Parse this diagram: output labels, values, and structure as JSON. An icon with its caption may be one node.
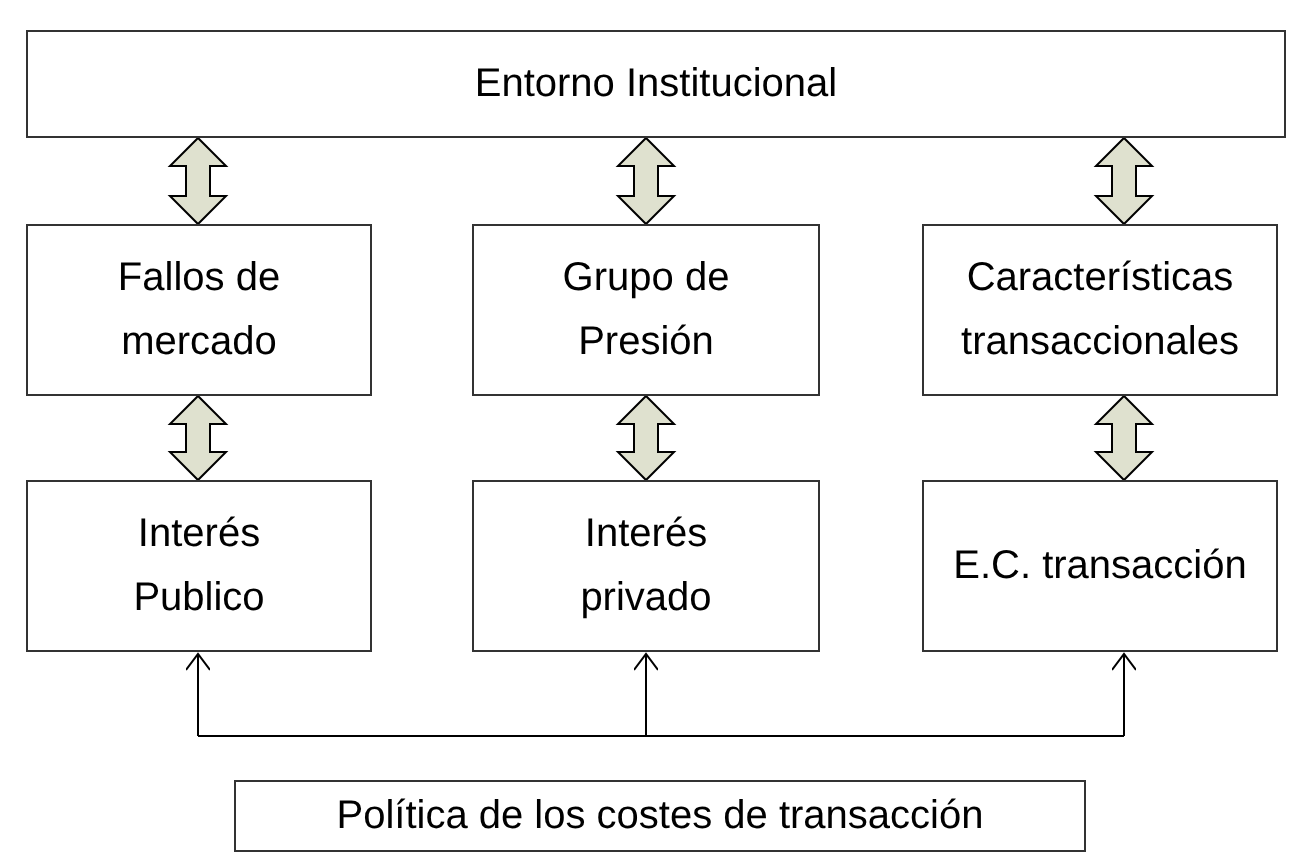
{
  "diagram": {
    "nodes": [
      {
        "text": [
          "Entorno Institucional"
        ]
      },
      {
        "text": [
          "Fallos de mercado"
        ]
      },
      {
        "text": [
          "Grupo de Presión"
        ]
      },
      {
        "text": [
          "Características transaccionales"
        ]
      },
      {
        "text": [
          "Interés Publico"
        ]
      },
      {
        "text": [
          "Interés privado"
        ]
      },
      {
        "text": [
          "E.C. transacción"
        ]
      },
      {
        "text": [
          "Política de los costes de transacción"
        ]
      }
    ],
    "edges": [
      {
        "from": 0,
        "to": 1,
        "arrow": "both",
        "style": "thick"
      },
      {
        "from": 0,
        "to": 2,
        "arrow": "both",
        "style": "thick"
      },
      {
        "from": 0,
        "to": 3,
        "arrow": "both",
        "style": "thick"
      },
      {
        "from": 1,
        "to": 4,
        "arrow": "both",
        "style": "thick"
      },
      {
        "from": 2,
        "to": 5,
        "arrow": "both",
        "style": "thick"
      },
      {
        "from": 3,
        "to": 6,
        "arrow": "both",
        "style": "thick"
      },
      {
        "from": null,
        "to": 4,
        "arrow": "to"
      },
      {
        "from": null,
        "to": 5,
        "arrow": "to"
      },
      {
        "from": null,
        "to": 6,
        "arrow": "to"
      }
    ]
  }
}
